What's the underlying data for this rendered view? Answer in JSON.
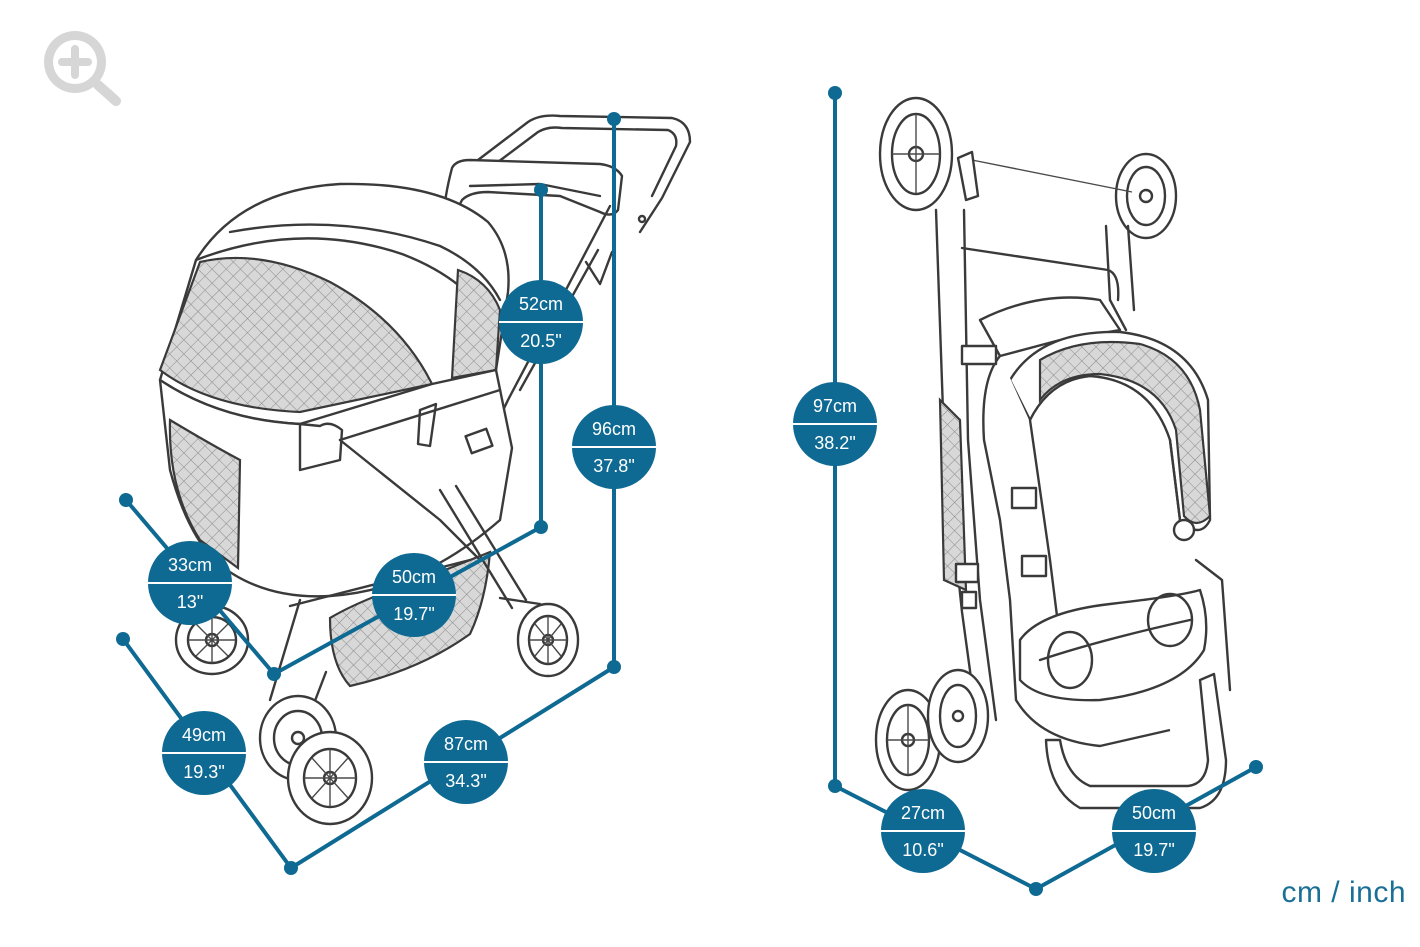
{
  "toolbar": {
    "zoom_icon": "zoom-in-icon"
  },
  "legend": {
    "units": "cm / inch"
  },
  "colors": {
    "accent": "#0e6a92",
    "legend_text": "#1a6f96",
    "zoom_icon": "#d6d6d6"
  },
  "open_stroller": {
    "dimensions": [
      {
        "id": "canopy-height",
        "cm": "52cm",
        "inch": "20.5\""
      },
      {
        "id": "total-height",
        "cm": "96cm",
        "inch": "37.8\""
      },
      {
        "id": "basket-width",
        "cm": "33cm",
        "inch": "13\""
      },
      {
        "id": "cabin-length",
        "cm": "50cm",
        "inch": "19.7\""
      },
      {
        "id": "frame-width",
        "cm": "49cm",
        "inch": "19.3\""
      },
      {
        "id": "frame-length",
        "cm": "87cm",
        "inch": "34.3\""
      }
    ]
  },
  "folded_stroller": {
    "dimensions": [
      {
        "id": "folded-height",
        "cm": "97cm",
        "inch": "38.2\""
      },
      {
        "id": "folded-depth",
        "cm": "27cm",
        "inch": "10.6\""
      },
      {
        "id": "folded-width",
        "cm": "50cm",
        "inch": "19.7\""
      }
    ]
  }
}
